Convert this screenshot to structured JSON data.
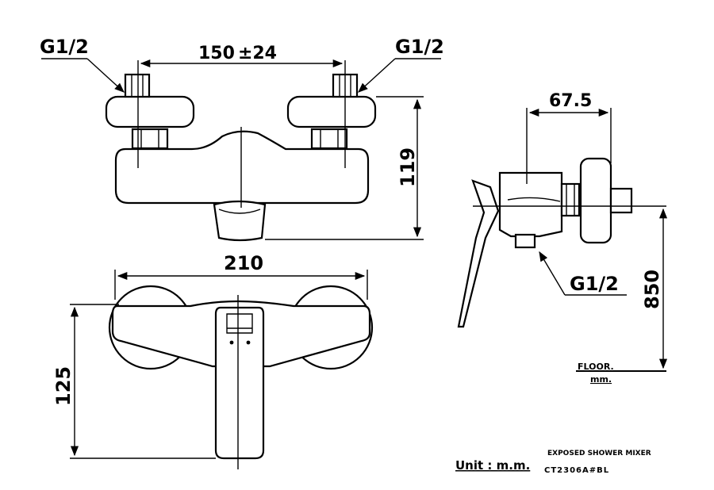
{
  "top_view": {
    "thread_left": "G1/2",
    "thread_right": "G1/2",
    "spacing": "150",
    "spacing_tol_sign": "±",
    "spacing_tol": "24",
    "height": "119"
  },
  "front_view": {
    "width": "210",
    "height": "125"
  },
  "side_view": {
    "depth": "67.5",
    "thread": "G1/2",
    "height_from_floor": "850",
    "floor_label": "FLOOR.",
    "floor_unit": "mm."
  },
  "title_block": {
    "unit": "Unit : m.m.",
    "product_name": "EXPOSED SHOWER MIXER",
    "model": "CT2306A#BL"
  }
}
